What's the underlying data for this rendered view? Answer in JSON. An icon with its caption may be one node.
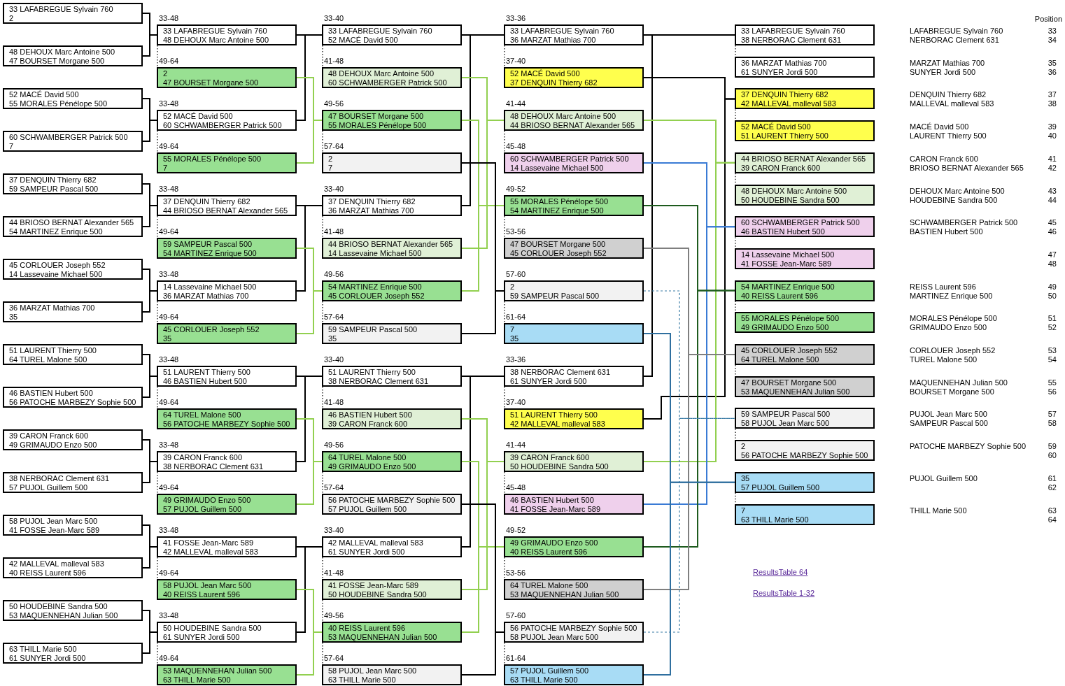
{
  "diagram": {
    "nodes": [
      {
        "text": [
          "33 LAFABREGUE Sylvain 760",
          "2"
        ]
      },
      {
        "text": [
          "48 DEHOUX Marc Antoine 500",
          "47 BOURSET Morgane 500"
        ]
      },
      {
        "text": [
          "52 MACÉ David 500",
          "55 MORALES Pénélope 500"
        ]
      },
      {
        "text": [
          "60 SCHWAMBERGER Patrick 500",
          "7"
        ]
      },
      {
        "text": [
          "37 DENQUIN Thierry 682",
          "59 SAMPEUR Pascal 500"
        ]
      },
      {
        "text": [
          "44 BRIOSO BERNAT Alexander 565",
          "54 MARTINEZ Enrique 500"
        ]
      },
      {
        "text": [
          "45 CORLOUER Joseph 552",
          "14 Lassevaine Michael 500"
        ]
      },
      {
        "text": [
          "36 MARZAT Mathias 700",
          "35"
        ]
      },
      {
        "text": [
          "51 LAURENT Thierry 500",
          "64 TUREL Malone 500"
        ]
      },
      {
        "text": [
          "46 BASTIEN Hubert 500",
          "56 PATOCHE MARBEZY Sophie 500"
        ]
      },
      {
        "text": [
          "39 CARON Franck 600",
          "49 GRIMAUDO Enzo 500"
        ]
      },
      {
        "text": [
          "38 NERBORAC Clement 631",
          "57 PUJOL Guillem 500"
        ]
      },
      {
        "text": [
          "58 PUJOL Jean Marc 500",
          "41 FOSSE Jean-Marc 589"
        ]
      },
      {
        "text": [
          "42 MALLEVAL malleval 583",
          "40 REISS Laurent 596"
        ]
      },
      {
        "text": [
          "50 HOUDEBINE Sandra 500",
          "53 MAQUENNEHAN Julian 500"
        ]
      },
      {
        "text": [
          "63 THILL Marie 500",
          "61 SUNYER Jordi 500"
        ]
      },
      {
        "text": [
          "33 LAFABREGUE Sylvain 760",
          "48 DEHOUX Marc Antoine 500"
        ],
        "beside": [
          "33-48"
        ]
      },
      {
        "text": [
          "2",
          "47 BOURSET Morgane 500"
        ],
        "beside": [
          "49-64"
        ]
      },
      {
        "text": [
          "52 MACÉ David 500",
          "60 SCHWAMBERGER Patrick 500"
        ],
        "beside": [
          "33-48"
        ]
      },
      {
        "text": [
          "55 MORALES Pénélope 500",
          "7"
        ],
        "beside": [
          "49-64"
        ]
      },
      {
        "text": [
          "37 DENQUIN Thierry 682",
          "44 BRIOSO BERNAT Alexander 565"
        ],
        "beside": [
          "33-48"
        ]
      },
      {
        "text": [
          "59 SAMPEUR Pascal 500",
          "54 MARTINEZ Enrique 500"
        ],
        "beside": [
          "49-64"
        ]
      },
      {
        "text": [
          "14 Lassevaine Michael 500",
          "36 MARZAT Mathias 700"
        ],
        "beside": [
          "33-48"
        ]
      },
      {
        "text": [
          "45 CORLOUER Joseph 552",
          "35"
        ],
        "beside": [
          "49-64"
        ]
      },
      {
        "text": [
          "51 LAURENT Thierry 500",
          "46 BASTIEN Hubert 500"
        ],
        "beside": [
          "33-48"
        ]
      },
      {
        "text": [
          "64 TUREL Malone 500",
          "56 PATOCHE MARBEZY Sophie 500"
        ],
        "beside": [
          "49-64"
        ]
      },
      {
        "text": [
          "39 CARON Franck 600",
          "38 NERBORAC Clement 631"
        ],
        "beside": [
          "33-48"
        ]
      },
      {
        "text": [
          "49 GRIMAUDO Enzo 500",
          "57 PUJOL Guillem 500"
        ],
        "beside": [
          "49-64"
        ]
      },
      {
        "text": [
          "41 FOSSE Jean-Marc 589",
          "42 MALLEVAL malleval 583"
        ],
        "beside": [
          "33-48"
        ]
      },
      {
        "text": [
          "58 PUJOL Jean Marc 500",
          "40 REISS Laurent 596"
        ],
        "beside": [
          "49-64"
        ]
      },
      {
        "text": [
          "50 HOUDEBINE Sandra 500",
          "61 SUNYER Jordi 500"
        ],
        "beside": [
          "33-48"
        ]
      },
      {
        "text": [
          "53 MAQUENNEHAN Julian 500",
          "63 THILL Marie 500"
        ],
        "beside": [
          "49-64"
        ]
      },
      {
        "text": [
          "33 LAFABREGUE Sylvain 760",
          "52 MACÉ David 500"
        ],
        "beside": [
          "33-40"
        ]
      },
      {
        "text": [
          "48 DEHOUX Marc Antoine 500",
          "60 SCHWAMBERGER Patrick 500"
        ],
        "beside": [
          "41-48"
        ]
      },
      {
        "text": [
          "47 BOURSET Morgane 500",
          "55 MORALES Pénélope 500"
        ],
        "beside": [
          "49-56"
        ]
      },
      {
        "text": [
          "2",
          "7"
        ],
        "beside": [
          "57-64"
        ]
      },
      {
        "text": [
          "37 DENQUIN Thierry 682",
          "36 MARZAT Mathias 700"
        ],
        "beside": [
          "33-40"
        ]
      },
      {
        "text": [
          "44 BRIOSO BERNAT Alexander 565",
          "14 Lassevaine Michael 500"
        ],
        "beside": [
          "41-48"
        ]
      },
      {
        "text": [
          "54 MARTINEZ Enrique 500",
          "45 CORLOUER Joseph 552"
        ],
        "beside": [
          "49-56"
        ]
      },
      {
        "text": [
          "59 SAMPEUR Pascal 500",
          "35"
        ],
        "beside": [
          "57-64"
        ]
      },
      {
        "text": [
          "51 LAURENT Thierry 500",
          "38 NERBORAC Clement 631"
        ],
        "beside": [
          "33-40"
        ]
      },
      {
        "text": [
          "46 BASTIEN Hubert 500",
          "39 CARON Franck 600"
        ],
        "beside": [
          "41-48"
        ]
      },
      {
        "text": [
          "64 TUREL Malone 500",
          "49 GRIMAUDO Enzo 500"
        ],
        "beside": [
          "49-56"
        ]
      },
      {
        "text": [
          "56 PATOCHE MARBEZY Sophie 500",
          "57 PUJOL Guillem 500"
        ],
        "beside": [
          "57-64"
        ]
      },
      {
        "text": [
          "42 MALLEVAL malleval 583",
          "61 SUNYER Jordi 500"
        ],
        "beside": [
          "33-40"
        ]
      },
      {
        "text": [
          "41 FOSSE Jean-Marc 589",
          "50 HOUDEBINE Sandra 500"
        ],
        "beside": [
          "41-48"
        ]
      },
      {
        "text": [
          "40 REISS Laurent 596",
          "53 MAQUENNEHAN Julian 500"
        ],
        "beside": [
          "49-56"
        ]
      },
      {
        "text": [
          "58 PUJOL Jean Marc 500",
          "63 THILL Marie 500"
        ],
        "beside": [
          "57-64"
        ]
      },
      {
        "text": [
          "33 LAFABREGUE Sylvain 760",
          "36 MARZAT Mathias 700"
        ],
        "beside": [
          "33-36"
        ]
      },
      {
        "text": [
          "52 MACÉ David 500",
          "37 DENQUIN Thierry 682"
        ],
        "beside": [
          "37-40"
        ]
      },
      {
        "text": [
          "48 DEHOUX Marc Antoine 500",
          "44 BRIOSO BERNAT Alexander 565"
        ],
        "beside": [
          "41-44"
        ]
      },
      {
        "text": [
          "60 SCHWAMBERGER Patrick 500",
          "14 Lassevaine Michael 500"
        ],
        "beside": [
          "45-48"
        ]
      },
      {
        "text": [
          "55 MORALES Pénélope 500",
          "54 MARTINEZ Enrique 500"
        ],
        "beside": [
          "49-52"
        ]
      },
      {
        "text": [
          "47 BOURSET Morgane 500",
          "45 CORLOUER Joseph 552"
        ],
        "beside": [
          "53-56"
        ]
      },
      {
        "text": [
          "2",
          "59 SAMPEUR Pascal 500"
        ],
        "beside": [
          "57-60"
        ]
      },
      {
        "text": [
          "7",
          "35"
        ],
        "beside": [
          "61-64"
        ]
      },
      {
        "text": [
          "38 NERBORAC Clement 631",
          "61 SUNYER Jordi 500"
        ],
        "beside": [
          "33-36"
        ]
      },
      {
        "text": [
          "51 LAURENT Thierry 500",
          "42 MALLEVAL malleval 583"
        ],
        "beside": [
          "37-40"
        ]
      },
      {
        "text": [
          "39 CARON Franck 600",
          "50 HOUDEBINE Sandra 500"
        ],
        "beside": [
          "41-44"
        ]
      },
      {
        "text": [
          "46 BASTIEN Hubert 500",
          "41 FOSSE Jean-Marc 589"
        ],
        "beside": [
          "45-48"
        ]
      },
      {
        "text": [
          "49 GRIMAUDO Enzo 500",
          "40 REISS Laurent 596"
        ],
        "beside": [
          "49-52"
        ]
      },
      {
        "text": [
          "64 TUREL Malone 500",
          "53 MAQUENNEHAN Julian 500"
        ],
        "beside": [
          "53-56"
        ]
      },
      {
        "text": [
          "56 PATOCHE MARBEZY Sophie 500",
          "58 PUJOL Jean Marc 500"
        ],
        "beside": [
          "57-60"
        ]
      },
      {
        "text": [
          "57 PUJOL Guillem 500",
          "63 THILL Marie 500"
        ],
        "beside": [
          "61-64"
        ]
      },
      {
        "text": [
          "33 LAFABREGUE Sylvain 760",
          "38 NERBORAC Clement 631"
        ]
      },
      {
        "text": [
          "36 MARZAT Mathias 700",
          "61 SUNYER Jordi 500"
        ]
      },
      {
        "text": [
          "37 DENQUIN Thierry 682",
          "42 MALLEVAL malleval 583"
        ]
      },
      {
        "text": [
          "52 MACÉ David 500",
          "51 LAURENT Thierry 500"
        ]
      },
      {
        "text": [
          "44 BRIOSO BERNAT Alexander 565",
          "39 CARON Franck 600"
        ]
      },
      {
        "text": [
          "48 DEHOUX Marc Antoine 500",
          "50 HOUDEBINE Sandra 500"
        ]
      },
      {
        "text": [
          "60 SCHWAMBERGER Patrick 500",
          "46 BASTIEN Hubert 500"
        ]
      },
      {
        "text": [
          "14 Lassevaine Michael 500",
          "41 FOSSE Jean-Marc 589"
        ]
      },
      {
        "text": [
          "54 MARTINEZ Enrique 500",
          "40 REISS Laurent 596"
        ]
      },
      {
        "text": [
          "55 MORALES Pénélope 500",
          "49 GRIMAUDO Enzo 500"
        ]
      },
      {
        "text": [
          "45 CORLOUER Joseph 552",
          "64 TUREL Malone 500"
        ]
      },
      {
        "text": [
          "47 BOURSET Morgane 500",
          "53 MAQUENNEHAN Julian 500"
        ]
      },
      {
        "text": [
          "59 SAMPEUR Pascal 500",
          "58 PUJOL Jean Marc 500"
        ]
      },
      {
        "text": [
          "2",
          "56 PATOCHE MARBEZY Sophie 500"
        ]
      },
      {
        "text": [
          "35",
          "57 PUJOL Guillem 500"
        ]
      },
      {
        "text": [
          "7",
          "63 THILL Marie 500"
        ]
      }
    ],
    "edges": [
      {
        "from": 0,
        "to": 16,
        "arrow": "none"
      },
      {
        "from": 1,
        "to": 16,
        "arrow": "none"
      },
      {
        "from": 2,
        "to": 18,
        "arrow": "none"
      },
      {
        "from": 3,
        "to": 18,
        "arrow": "none"
      },
      {
        "from": 4,
        "to": 20,
        "arrow": "none"
      },
      {
        "from": 5,
        "to": 20,
        "arrow": "none"
      },
      {
        "from": 6,
        "to": 22,
        "arrow": "none"
      },
      {
        "from": 7,
        "to": 22,
        "arrow": "none"
      },
      {
        "from": 8,
        "to": 24,
        "arrow": "none"
      },
      {
        "from": 9,
        "to": 24,
        "arrow": "none"
      },
      {
        "from": 10,
        "to": 26,
        "arrow": "none"
      },
      {
        "from": 11,
        "to": 26,
        "arrow": "none"
      },
      {
        "from": 12,
        "to": 28,
        "arrow": "none"
      },
      {
        "from": 13,
        "to": 28,
        "arrow": "none"
      },
      {
        "from": 14,
        "to": 30,
        "arrow": "none"
      },
      {
        "from": 15,
        "to": 30,
        "arrow": "none"
      },
      {
        "from": 16,
        "to": 32,
        "arrow": "none"
      },
      {
        "from": 18,
        "to": 32,
        "arrow": "none"
      },
      {
        "from": 17,
        "to": 34,
        "arrow": "none",
        "color": "#92d050"
      },
      {
        "from": 19,
        "to": 34,
        "arrow": "none",
        "color": "#92d050"
      },
      {
        "from": 20,
        "to": 36,
        "arrow": "none"
      },
      {
        "from": 22,
        "to": 36,
        "arrow": "none"
      },
      {
        "from": 21,
        "to": 38,
        "arrow": "none",
        "color": "#92d050"
      },
      {
        "from": 23,
        "to": 38,
        "arrow": "none",
        "color": "#92d050"
      },
      {
        "from": 24,
        "to": 40,
        "arrow": "none"
      },
      {
        "from": 26,
        "to": 40,
        "arrow": "none"
      },
      {
        "from": 25,
        "to": 42,
        "arrow": "none",
        "color": "#92d050"
      },
      {
        "from": 27,
        "to": 42,
        "arrow": "none",
        "color": "#92d050"
      },
      {
        "from": 28,
        "to": 44,
        "arrow": "none"
      },
      {
        "from": 30,
        "to": 44,
        "arrow": "none"
      },
      {
        "from": 29,
        "to": 46,
        "arrow": "none",
        "color": "#92d050"
      },
      {
        "from": 31,
        "to": 46,
        "arrow": "none",
        "color": "#92d050"
      },
      {
        "from": 32,
        "to": 48,
        "arrow": "none"
      },
      {
        "from": 36,
        "to": 48,
        "arrow": "none"
      },
      {
        "from": 33,
        "to": 50,
        "arrow": "none",
        "color": "#92d050"
      },
      {
        "from": 37,
        "to": 50,
        "arrow": "none",
        "color": "#92d050"
      },
      {
        "from": 34,
        "to": 52,
        "arrow": "none",
        "color": "#92d050"
      },
      {
        "from": 38,
        "to": 52,
        "arrow": "none",
        "color": "#92d050"
      },
      {
        "from": 35,
        "to": 54,
        "arrow": "none"
      },
      {
        "from": 39,
        "to": 54,
        "arrow": "none"
      },
      {
        "from": 40,
        "to": 56,
        "arrow": "none"
      },
      {
        "from": 44,
        "to": 56,
        "arrow": "none"
      },
      {
        "from": 41,
        "to": 58,
        "arrow": "none",
        "color": "#92d050"
      },
      {
        "from": 45,
        "to": 58,
        "arrow": "none",
        "color": "#92d050"
      },
      {
        "from": 42,
        "to": 60,
        "arrow": "none",
        "color": "#92d050"
      },
      {
        "from": 46,
        "to": 60,
        "arrow": "none",
        "color": "#92d050"
      },
      {
        "from": 43,
        "to": 62,
        "arrow": "none"
      },
      {
        "from": 47,
        "to": 62,
        "arrow": "none"
      },
      {
        "from": 48,
        "to": 64,
        "arrow": "none"
      },
      {
        "from": 56,
        "to": 64,
        "arrow": "none"
      },
      {
        "from": 49,
        "to": 66,
        "arrow": "none"
      },
      {
        "from": 57,
        "to": 66,
        "arrow": "none"
      },
      {
        "from": 50,
        "to": 68,
        "arrow": "none",
        "color": "#92d050"
      },
      {
        "from": 58,
        "to": 68,
        "arrow": "none",
        "color": "#92d050"
      },
      {
        "from": 51,
        "to": 70,
        "arrow": "none",
        "color": "#3a7bd5"
      },
      {
        "from": 59,
        "to": 70,
        "arrow": "none",
        "color": "#3a7bd5"
      },
      {
        "from": 52,
        "to": 72,
        "arrow": "none",
        "color": "#1e5b1e"
      },
      {
        "from": 60,
        "to": 72,
        "arrow": "none",
        "color": "#1e5b1e"
      },
      {
        "from": 53,
        "to": 74,
        "arrow": "none",
        "color": "#7f7f7f"
      },
      {
        "from": 61,
        "to": 74,
        "arrow": "none",
        "color": "#7f7f7f"
      },
      {
        "from": 54,
        "to": 76,
        "arrow": "none",
        "style": "dashed",
        "color": "#3a7ca5"
      },
      {
        "from": 62,
        "to": 76,
        "arrow": "none",
        "style": "dashed",
        "color": "#3a7ca5"
      },
      {
        "from": 55,
        "to": 78,
        "arrow": "none",
        "color": "#2f6f9f"
      },
      {
        "from": 63,
        "to": 78,
        "arrow": "none",
        "color": "#2f6f9f"
      },
      {
        "from": 16,
        "to": 17,
        "arrow": "none",
        "style": "dashed"
      },
      {
        "from": 18,
        "to": 19,
        "arrow": "none",
        "style": "dashed"
      },
      {
        "from": 20,
        "to": 21,
        "arrow": "none",
        "style": "dashed"
      },
      {
        "from": 22,
        "to": 23,
        "arrow": "none",
        "style": "dashed"
      },
      {
        "from": 24,
        "to": 25,
        "arrow": "none",
        "style": "dashed"
      },
      {
        "from": 26,
        "to": 27,
        "arrow": "none",
        "style": "dashed"
      },
      {
        "from": 28,
        "to": 29,
        "arrow": "none",
        "style": "dashed"
      },
      {
        "from": 30,
        "to": 31,
        "arrow": "none",
        "style": "dashed"
      },
      {
        "from": 32,
        "to": 33,
        "arrow": "none",
        "style": "dashed"
      },
      {
        "from": 34,
        "to": 35,
        "arrow": "none",
        "style": "dashed"
      },
      {
        "from": 36,
        "to": 37,
        "arrow": "none",
        "style": "dashed"
      },
      {
        "from": 38,
        "to": 39,
        "arrow": "none",
        "style": "dashed"
      },
      {
        "from": 40,
        "to": 41,
        "arrow": "none",
        "style": "dashed"
      },
      {
        "from": 42,
        "to": 43,
        "arrow": "none",
        "style": "dashed"
      },
      {
        "from": 44,
        "to": 45,
        "arrow": "none",
        "style": "dashed"
      },
      {
        "from": 45,
        "to": 46,
        "arrow": "none",
        "style": "dashed"
      },
      {
        "from": 46,
        "to": 47,
        "arrow": "none",
        "style": "dashed"
      },
      {
        "from": 48,
        "to": 49,
        "arrow": "none",
        "style": "dashed"
      },
      {
        "from": 50,
        "to": 51,
        "arrow": "none",
        "style": "dashed"
      },
      {
        "from": 52,
        "to": 53,
        "arrow": "none",
        "style": "dashed"
      },
      {
        "from": 54,
        "to": 55,
        "arrow": "none",
        "style": "dashed"
      },
      {
        "from": 56,
        "to": 57,
        "arrow": "none",
        "style": "dashed"
      },
      {
        "from": 58,
        "to": 59,
        "arrow": "none",
        "style": "dashed"
      },
      {
        "from": 60,
        "to": 61,
        "arrow": "none",
        "style": "dashed"
      },
      {
        "from": 62,
        "to": 63,
        "arrow": "none",
        "style": "dashed"
      },
      {
        "from": 64,
        "to": 65,
        "arrow": "none",
        "style": "dashed"
      },
      {
        "from": 66,
        "to": 67,
        "arrow": "none",
        "style": "dashed"
      },
      {
        "from": 68,
        "to": 69,
        "arrow": "none",
        "style": "dashed"
      },
      {
        "from": 70,
        "to": 71,
        "arrow": "none",
        "style": "dashed"
      },
      {
        "from": 72,
        "to": 73,
        "arrow": "none",
        "style": "dashed"
      },
      {
        "from": 74,
        "to": 75,
        "arrow": "none",
        "style": "dashed"
      },
      {
        "from": 76,
        "to": 77,
        "arrow": "none",
        "style": "dashed"
      },
      {
        "from": 78,
        "to": 79,
        "arrow": "none",
        "style": "dashed"
      }
    ],
    "labels": [
      "Position",
      "LAFABREGUE Sylvain 760",
      "33",
      "NERBORAC Clement 631",
      "34",
      "MARZAT Mathias 700",
      "35",
      "SUNYER Jordi 500",
      "36",
      "DENQUIN Thierry 682",
      "37",
      "MALLEVAL malleval 583",
      "38",
      "MACÉ David 500",
      "39",
      "LAURENT Thierry 500",
      "40",
      "CARON Franck 600",
      "41",
      "BRIOSO BERNAT Alexander 565",
      "42",
      "DEHOUX Marc Antoine 500",
      "43",
      "HOUDEBINE Sandra 500",
      "44",
      "SCHWAMBERGER Patrick 500",
      "45",
      "BASTIEN Hubert 500",
      "46",
      "47",
      "48",
      "REISS Laurent 596",
      "49",
      "MARTINEZ Enrique 500",
      "50",
      "MORALES Pénélope 500",
      "51",
      "GRIMAUDO Enzo 500",
      "52",
      "CORLOUER Joseph 552",
      "53",
      "TUREL Malone 500",
      "54",
      "MAQUENNEHAN Julian 500",
      "55",
      "BOURSET Morgane 500",
      "56",
      "PUJOL Jean Marc 500",
      "57",
      "SAMPEUR Pascal 500",
      "58",
      "PATOCHE MARBEZY Sophie 500",
      "59",
      "60",
      "PUJOL Guillem 500",
      "61",
      "62",
      "THILL Marie 500",
      "63",
      "64",
      "ResultsTable 64",
      "ResultsTable 1-32"
    ]
  }
}
